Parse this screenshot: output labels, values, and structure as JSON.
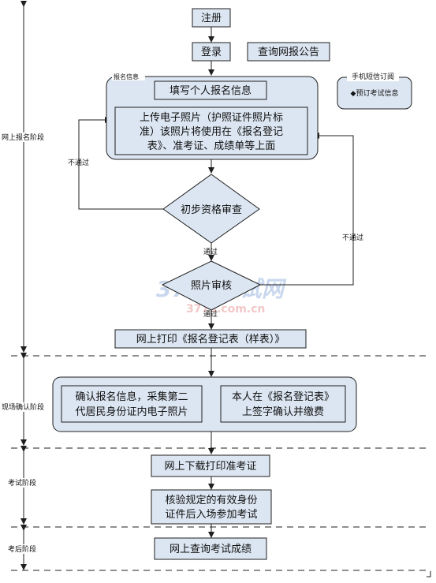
{
  "steps": {
    "register": "注册",
    "login": "登录",
    "query_notice": "查询网报公告",
    "info_panel_tag": "报名信息",
    "fill_info": "填写个人报名信息",
    "upload_photo_line1": "上传电子照片（护照证件照片标",
    "upload_photo_line2": "准）该照片将使用在《报名登记",
    "upload_photo_line3": "表》、准考证、成绩单等上面",
    "prelim_review": "初步资格审查",
    "photo_review": "照片审核",
    "print_form": "网上打印《报名登记表（样表）》",
    "confirm_line1": "确认报名信息，采集第二",
    "confirm_line2": "代居民身份证内电子照片",
    "sign_line1": "本人在《报名登记表》",
    "sign_line2": "上签字确认并缴费",
    "download_ticket": "网上下载打印准考证",
    "exam_line1": "核验规定的有效身份",
    "exam_line2": "证件后入场参加考试",
    "query_score": "网上查询考试成绩"
  },
  "edges": {
    "fail_left": "不通过",
    "fail_right": "不通过",
    "pass_1": "通过",
    "pass_2": "通过"
  },
  "sms_box": {
    "title": "手机短信订阅",
    "item": "◆预订考试信息"
  },
  "stages": {
    "online": "网上报名阶段",
    "onsite": "现场确认阶段",
    "exam": "考试阶段",
    "after": "考后阶段"
  },
  "watermark": {
    "logo": "3773考试网",
    "url": "3773.com.cn"
  }
}
